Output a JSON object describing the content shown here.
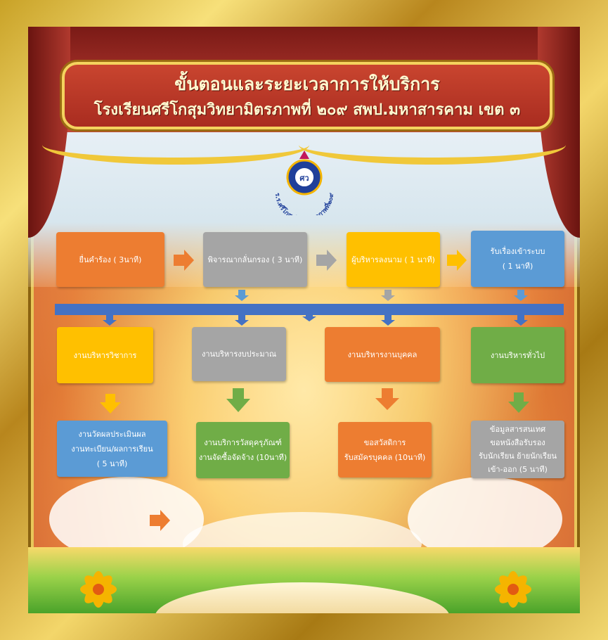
{
  "header": {
    "title_line1": "ขั้นตอนและระยะเวลาการให้บริการ",
    "title_line2": "โรงเรียนศรีโกสุมวิทยามิตรภาพที่ ๒๐๙ สพป.มหาสารคาม เขต ๓"
  },
  "logo": {
    "text": "ร.ร.ศรีโกสุมวิทยามิตรภาพที่๒๐๙",
    "initials": "ศว"
  },
  "process_steps": [
    {
      "label": "ยื่นคำร้อง  ( 3นาที)"
    },
    {
      "label": "พิจารณากลั่นกรอง ( 3 นาที)"
    },
    {
      "label": "ผู้บริหารลงนาม ( 1 นาที)"
    },
    {
      "label": "รับเรื่องเข้าระบบ\n( 1 นาที)"
    }
  ],
  "departments": [
    {
      "label": "งานบริหารวิชาการ"
    },
    {
      "label": "งานบริหารงบประมาณ"
    },
    {
      "label": "งานบริหารงานบุคคล"
    },
    {
      "label": "งานบริหารทั่วไป"
    }
  ],
  "services": [
    {
      "label": "งานวัดผลประเมินผล\nงานทะเบียน/ผลการเรียน\n( 5 นาที)"
    },
    {
      "label": "งานบริการวัสดุครุภัณฑ์\nงานจัดซื้อจัดจ้าง (10นาที)"
    },
    {
      "label": "ขอสวัสดิการ\nรับสมัครบุคคล (10นาที)"
    },
    {
      "label": "ข้อมูลสารสนเทศ\nขอหนังสือรับรอง\nรับนักเรียน ย้ายนักเรียน\nเข้า-ออก (5 นาที)"
    }
  ],
  "colors": {
    "orange": "#ed7d31",
    "gray": "#a5a5a5",
    "gold": "#ffc000",
    "blue": "#5b9bd5",
    "green": "#70ad47",
    "connector_bar": "#4472c4"
  }
}
